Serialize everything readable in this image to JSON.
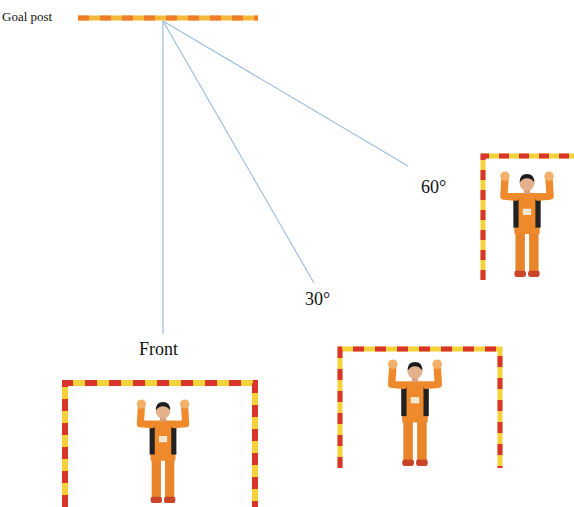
{
  "diagram": {
    "labels": [
      "Goal post",
      "60°",
      "30°",
      "Front"
    ]
  }
}
